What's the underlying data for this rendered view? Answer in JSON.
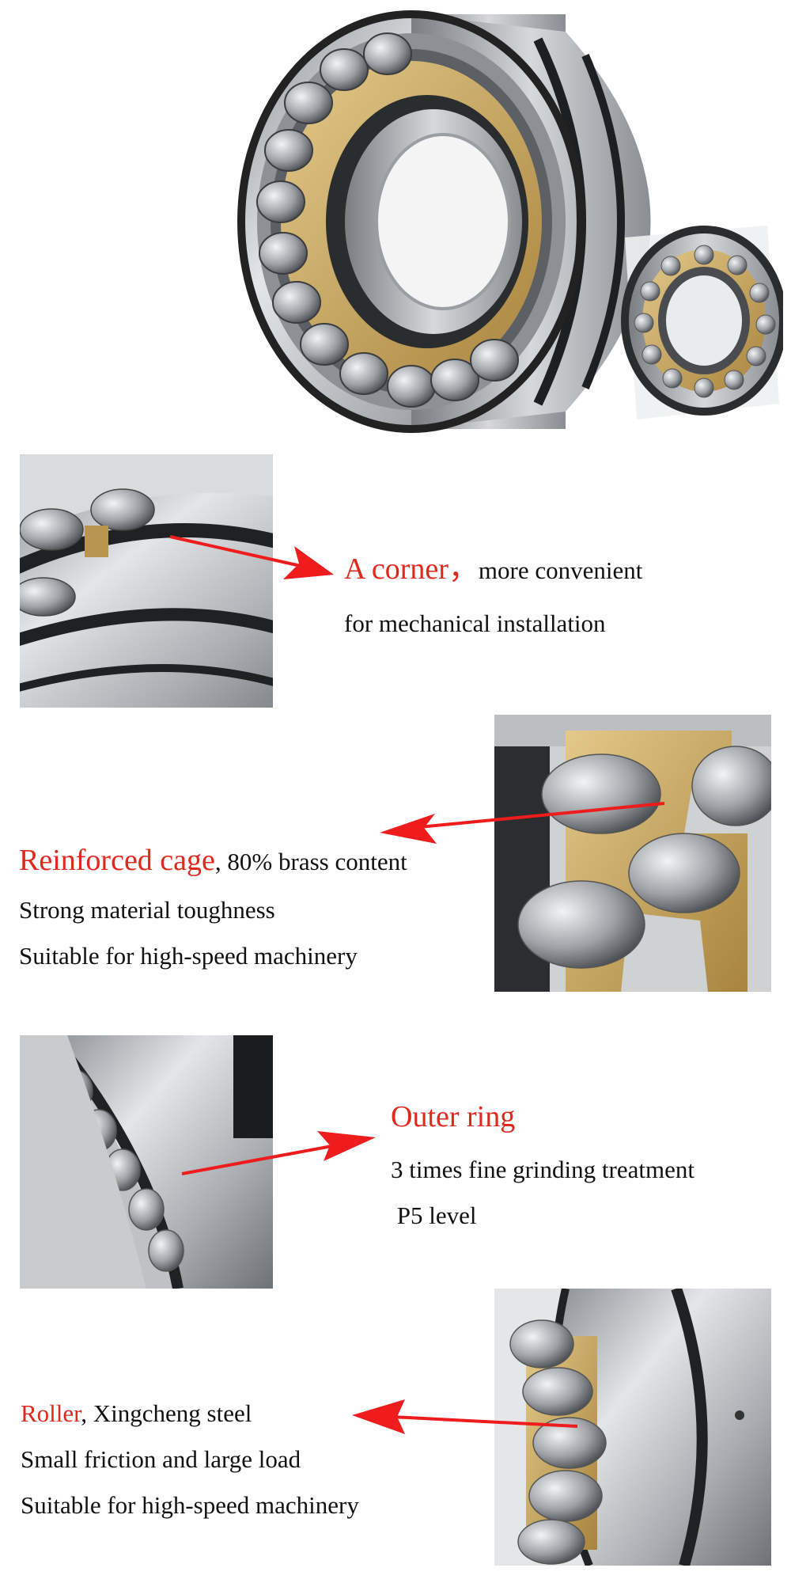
{
  "colors": {
    "highlight": "#e0281c",
    "text": "#111111",
    "arrow": "#ee1c1c",
    "steel": "#b9bcc0",
    "brass": "#c8a860",
    "rubber": "#2a2c2e"
  },
  "images": {
    "hero": "bearing-product-photo",
    "corner": "bearing-corner-closeup-photo",
    "cage": "bearing-cage-closeup-photo",
    "outer_ring": "bearing-outer-ring-closeup-photo",
    "roller": "bearing-roller-closeup-photo"
  },
  "features": {
    "corner": {
      "highlight": "A corner",
      "highlight_suffix": "，",
      "line1_rest": "more convenient",
      "line2": "for mechanical installation"
    },
    "cage": {
      "highlight": "Reinforced cage",
      "line1_rest": ", 80% brass content",
      "line2": "Strong material toughness",
      "line3": "Suitable for high-speed machinery"
    },
    "outer_ring": {
      "highlight": "Outer ring",
      "line2": "3 times fine grinding treatment",
      "line3": " P5 level"
    },
    "roller": {
      "highlight": "Roller",
      "line1_rest": ", Xingcheng steel",
      "line2": "Small friction and large load",
      "line3": "Suitable for high-speed machinery"
    }
  }
}
